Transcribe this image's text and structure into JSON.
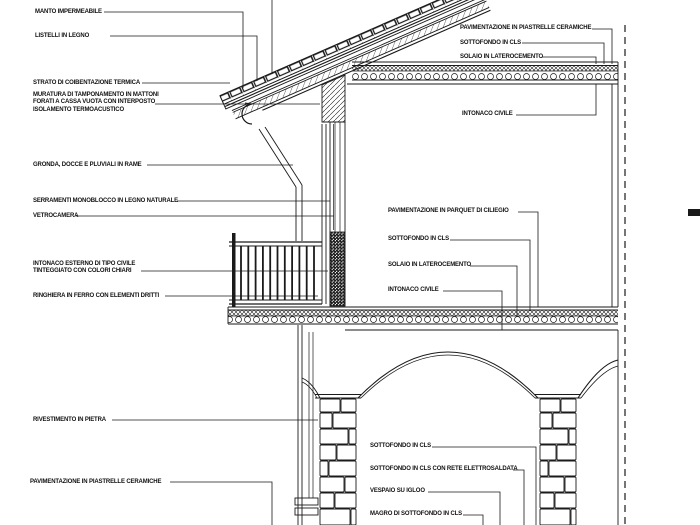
{
  "colors": {
    "ink": "#1a1a1a",
    "background": "#ffffff"
  },
  "labels": {
    "manto": "MANTO IMPERMEABILE",
    "listelli": "LISTELLI IN LEGNO",
    "strato": "STRATO DI COIBENTAZIONE TERMICA",
    "muratura": "MURATURA DI TAMPONAMENTO IN MATTONI\nFORATI A CASSA VUOTA CON INTERPOSTO\nISOLAMENTO TERMOACUSTICO",
    "gronda": "GRONDA, DOCCE E PLUVIALI IN RAME",
    "serramenti": "SERRAMENTI MONOBLOCCO IN LEGNO NATURALE",
    "vetrocamera": "VETROCAMERA",
    "intonaco_esterno": "INTONACO ESTERNO DI TIPO CIVILE\nTINTEGGIATO CON COLORI CHIARI",
    "ringhiera": "RINGHIERA IN FERRO CON ELEMENTI DRITTI",
    "rivestimento": "RIVESTIMENTO IN PIETRA",
    "pavimento_ceramica_basso": "PAVIMENTAZIONE IN PIASTRELLE CERAMICHE",
    "pavimento_ceramica_alto": "PAVIMENTAZIONE IN PIASTRELLE CERAMICHE",
    "sottofondo_alto": "SOTTOFONDO IN CLS",
    "solaio_alto": "SOLAIO IN LATEROCEMENTO",
    "intonaco_civile_alto": "INTONACO CIVILE",
    "pavimento_parquet": "PAVIMENTAZIONE IN PARQUET DI CILIEGIO",
    "sottofondo_medio": "SOTTOFONDO IN CLS",
    "solaio_medio": "SOLAIO IN LATEROCEMENTO",
    "intonaco_civile_medio": "INTONACO CIVILE",
    "sottofondo_terra": "SOTTOFONDO IN CLS",
    "sottofondo_rete": "SOTTOFONDO IN CLS CON RETE ELETTROSALDATA",
    "vespaio": "VESPAIO SU IGLOO",
    "magro": "MAGRO DI SOTTOFONDO IN CLS"
  }
}
